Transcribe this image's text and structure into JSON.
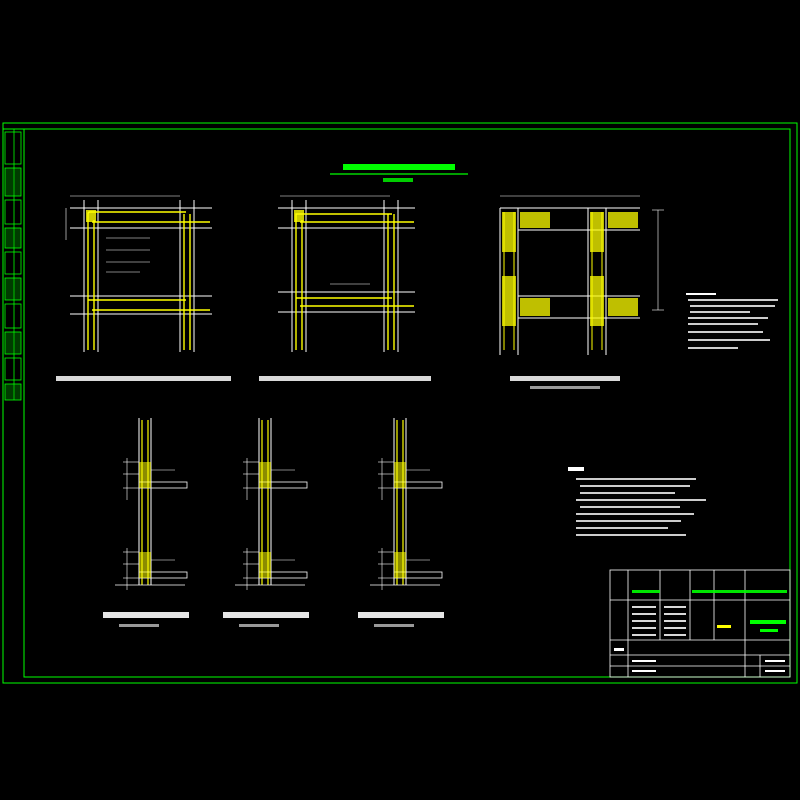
{
  "drawing": {
    "background": "#000000",
    "colors": {
      "frame": "#00ff00",
      "rebar": "#ffff00",
      "concrete": "#ffffff",
      "hatch": "#ffff00",
      "annotation": "#00ffff"
    },
    "main_title": "",
    "main_subtitle": "",
    "figures": [
      {
        "id": "fig1",
        "label": ""
      },
      {
        "id": "fig2",
        "label": ""
      },
      {
        "id": "fig3",
        "label": ""
      }
    ],
    "column_figures": [
      {
        "id": "fig4-1",
        "label": ""
      },
      {
        "id": "fig4-2",
        "label": ""
      },
      {
        "id": "fig4-3",
        "label": ""
      }
    ],
    "notes": {
      "heading": "",
      "lines": []
    },
    "title_block": {
      "project": "",
      "drawing_name": "",
      "drawing_no": "",
      "scale": ""
    }
  }
}
